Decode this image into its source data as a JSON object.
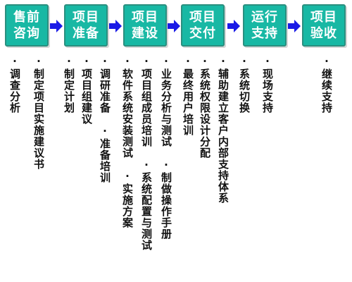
{
  "colors": {
    "box_fill": "#18b8a4",
    "box_border": "#2a8f7f",
    "arrow": "#1a1ae6"
  },
  "phases": [
    {
      "line1": "售前",
      "line2": "咨询",
      "color": "#18b8a4"
    },
    {
      "line1": "项目",
      "line2": "准备",
      "color": "#18b8a4"
    },
    {
      "line1": "项目",
      "line2": "建设",
      "color": "#18b8a4"
    },
    {
      "line1": "项目",
      "line2": "交付",
      "color": "#18b8a4"
    },
    {
      "line1": "运行",
      "line2": "支持",
      "color": "#18b8a4"
    },
    {
      "line1": "项目",
      "line2": "验收",
      "color": "#18b8a4"
    }
  ],
  "tasks": {
    "p1": [
      "·调查分析",
      "·制定项目实施建议书"
    ],
    "p2": [
      "·制定计划",
      "·项目组建议",
      "·调研准备　·准备培训"
    ],
    "p3": [
      "·软件系统安装测试　·实施方案",
      "·项目组成员培训　·系统配置与测试",
      "·业务分析与测试　·制做操作手册"
    ],
    "p4": [
      "·最终用户培训",
      "·系统权限设计分配",
      "·辅助建立客户内部支持体系",
      "·系统切换"
    ],
    "p5": [
      "·现场支持"
    ],
    "p6": [
      "·继续支持"
    ]
  }
}
